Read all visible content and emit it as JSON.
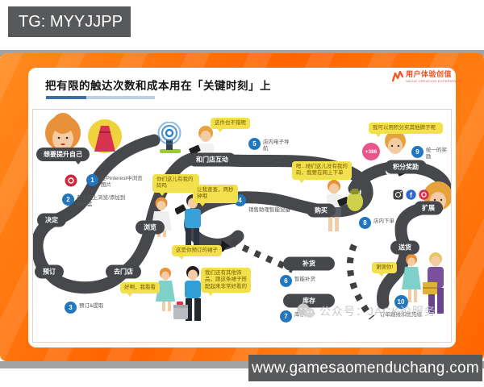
{
  "overlay": {
    "tg_label": "TG: MYYJJPP",
    "site_url": "www.gamesaomenduchang.com"
  },
  "slide": {
    "title": "把有限的触达次数和成本用在「关键时刻」上",
    "logo_name": "用户体验创值",
    "logo_tagline": "VALUE CREATION EXPERIENCE"
  },
  "journey": {
    "persona_thought": "想要提升自己",
    "stations": [
      "决定",
      "浏览",
      "预订",
      "去门店",
      "和门店互动",
      "购买",
      "积分奖励",
      "扩展",
      "送货",
      "补货",
      "库存"
    ],
    "steps": [
      {
        "num": "1",
        "label": "在Pinterest中浏览图片"
      },
      {
        "num": "2",
        "label": "在手机上浏览/添加到购物篮"
      },
      {
        "num": "3",
        "label": "预订&提取"
      },
      {
        "num": "4",
        "label": "销售助理智能设备"
      },
      {
        "num": "5",
        "label": "店内电子导航"
      },
      {
        "num": "6",
        "label": "智能补货"
      },
      {
        "num": "7",
        "label": "库存同步"
      },
      {
        "num": "8",
        "label": "店内下单"
      },
      {
        "num": "9",
        "label": "统一的奖励"
      },
      {
        "num": "10",
        "label": "订单路线和优先级"
      }
    ],
    "bubbles": [
      "这件也不错呢",
      "你们这儿有我的码吗",
      "让我查查，两秒钟哦",
      "这是你预订的裙子",
      "我们还有其他饰品，跟这条裙子搭配起来非常好看的",
      "好啊，我看看",
      "嗯...她们这儿没有我的码，我要在网上下单",
      "我可以用积分买其他牌子呢",
      "谢谢你!"
    ],
    "points_badge": "+386",
    "watermark": "公众号：JACK论服务"
  },
  "icons": {
    "facebook_glyph": "f"
  },
  "colors": {
    "frame_orange": "#ff6a00",
    "road_gray": "#46484c",
    "step_blue": "#2176bd",
    "bubble_yellow": "#f2e14c",
    "points_pink": "#e8558a",
    "logo_orange": "#e8541e"
  }
}
